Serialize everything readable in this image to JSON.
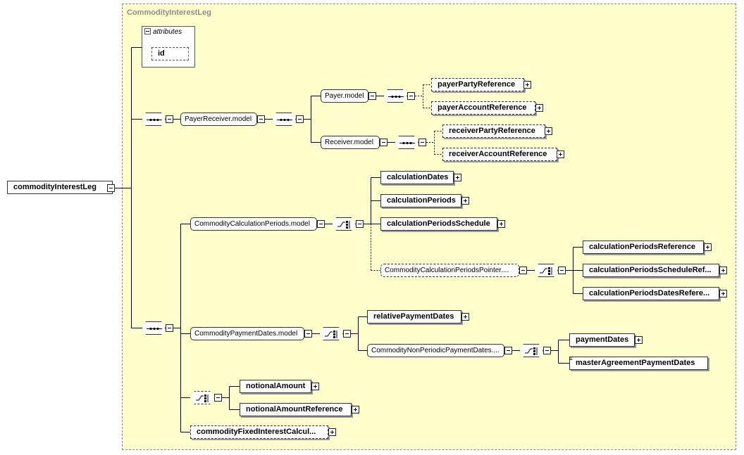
{
  "diagram": {
    "container_title": "CommodityInterestLeg",
    "root_label": "commodityInterestLeg",
    "attributes": {
      "header": "attributes",
      "items": [
        "id"
      ]
    },
    "nodes": {
      "payer_receiver_model": "PayerReceiver.model",
      "payer_model": "Payer.model",
      "receiver_model": "Receiver.model",
      "payer_party_reference": "payerPartyReference",
      "payer_account_reference": "payerAccountReference",
      "receiver_party_reference": "receiverPartyReference",
      "receiver_account_reference": "receiverAccountReference",
      "commodity_calculation_periods_model": "CommodityCalculationPeriods.model",
      "calculation_dates": "calculationDates",
      "calculation_periods": "calculationPeriods",
      "calculation_periods_schedule": "calculationPeriodsSchedule",
      "commodity_calculation_periods_pointer": "CommodityCalculationPeriodsPointer....",
      "calculation_periods_reference": "calculationPeriodsReference",
      "calculation_periods_schedule_ref": "calculationPeriodsScheduleRef...",
      "calculation_periods_dates_refere": "calculationPeriodsDatesRefere...",
      "commodity_payment_dates_model": "CommodityPaymentDates.model",
      "relative_payment_dates": "relativePaymentDates",
      "commodity_non_periodic_payment_dates": "CommodityNonPeriodicPaymentDates....",
      "payment_dates": "paymentDates",
      "master_agreement_payment_dates": "masterAgreementPaymentDates",
      "notional_amount": "notionalAmount",
      "notional_amount_reference": "notionalAmountReference",
      "commodity_fixed_interest_calcul": "commodityFixedInterestCalcul..."
    }
  }
}
